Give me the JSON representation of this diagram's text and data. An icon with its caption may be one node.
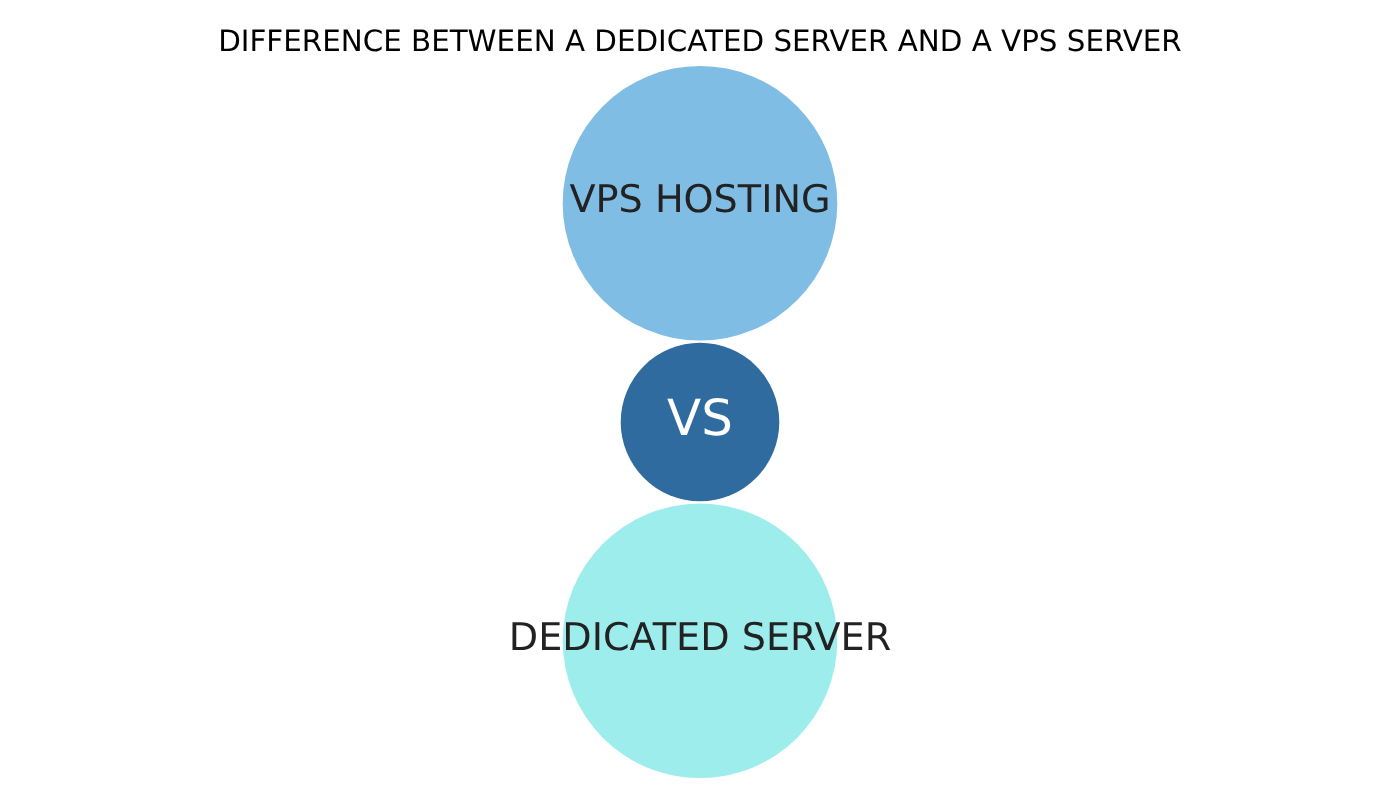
{
  "diagram": {
    "title": "DIFFERENCE BETWEEN A DEDICATED SERVER AND A VPS SERVER",
    "nodes": [
      {
        "text": [
          "VPS HOSTING"
        ]
      },
      {
        "text": [
          "VS"
        ]
      },
      {
        "text": [
          "DEDICATED SERVER"
        ]
      }
    ]
  }
}
